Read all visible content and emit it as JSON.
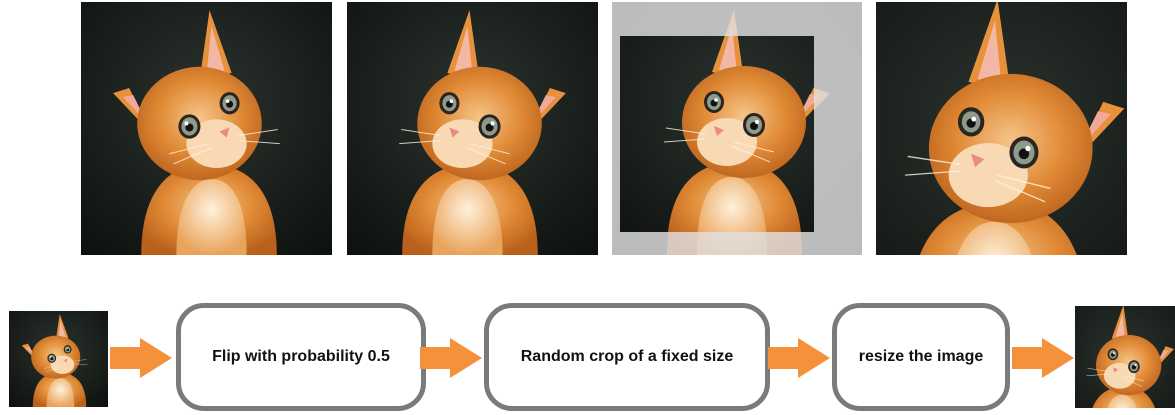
{
  "photos": {
    "top_row": [
      {
        "name": "original",
        "flipped": false
      },
      {
        "name": "flipped",
        "flipped": true
      },
      {
        "name": "cropped",
        "flipped": true
      },
      {
        "name": "resized",
        "flipped": true
      }
    ],
    "input_thumbnail": {
      "flipped": false
    },
    "output_thumbnail": {
      "flipped": true
    }
  },
  "pipeline": {
    "steps": [
      {
        "label": "Flip with probability 0.5"
      },
      {
        "label": "Random crop of a fixed size"
      },
      {
        "label": "resize the image"
      }
    ]
  },
  "colors": {
    "arrow": "#f4913a",
    "box_border": "#7a7a7a",
    "photo_background": "#151a17",
    "fur": "#e08a35",
    "crop_overlay": "#dcdcdc"
  },
  "icons": {
    "arrow": "right-arrow-icon",
    "subject": "kitten-photo"
  }
}
